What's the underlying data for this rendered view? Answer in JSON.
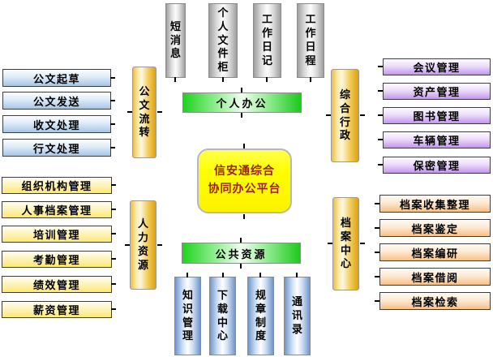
{
  "platform": {
    "line1": "信安通综合",
    "line2": "协同办公平台"
  },
  "modules": {
    "personal_office": {
      "label": "个人办公",
      "items": [
        "短消息",
        "个人文件柜",
        "工作日记",
        "工作日程"
      ]
    },
    "document_flow": {
      "label": "公文流转",
      "items": [
        "公文起草",
        "公文发送",
        "收文处理",
        "行文处理"
      ]
    },
    "human_resources": {
      "label": "人力资源",
      "items": [
        "组织机构管理",
        "人事档案管理",
        "培训管理",
        "考勤管理",
        "绩效管理",
        "薪资管理"
      ]
    },
    "general_admin": {
      "label": "综合行政",
      "items": [
        "会议管理",
        "资产管理",
        "图书管理",
        "车辆管理",
        "保密管理"
      ]
    },
    "archive_center": {
      "label": "档案中心",
      "items": [
        "档案收集整理",
        "档案鉴定",
        "档案编研",
        "档案借阅",
        "档案检索"
      ]
    },
    "public_resources": {
      "label": "公共资源",
      "items": [
        "知识管理",
        "下载中心",
        "规章制度",
        "通讯录"
      ]
    }
  },
  "colors": {
    "center_fill": "#ffff00",
    "center_text": "#9b2222",
    "document_flow_items": "#a6c6e7",
    "human_resources_items": "#ffe873",
    "general_admin_items": "#c495ee",
    "archive_center_items": "#f8bf85",
    "category_bar_gold": "#edbd3d",
    "section_bar_green": "#1ed41e",
    "personal_office_items_silver": "#9e9e9e",
    "public_resources_items_blue": "#6f95cb",
    "connector_tick": "#000000"
  }
}
